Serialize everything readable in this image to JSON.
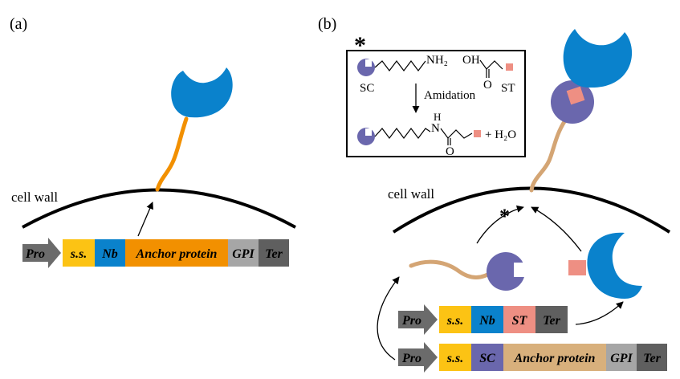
{
  "panel_a": {
    "label": "(a)",
    "cell_wall": "cell wall",
    "construct": {
      "promoter": "Pro",
      "segments": [
        "s.s.",
        "Nb",
        "Anchor protein",
        "GPI",
        "Ter"
      ]
    }
  },
  "panel_b": {
    "label": "(b)",
    "cell_wall": "cell wall",
    "asterisk_top": "*",
    "asterisk_mid": "*",
    "reaction": {
      "sc": "SC",
      "st": "ST",
      "nh2": "NH₂",
      "oh": "OH",
      "o1": "O",
      "h": "H",
      "n": "N",
      "o2": "O",
      "step": "Amidation",
      "byproduct": "+ H₂O"
    },
    "construct_1": {
      "promoter": "Pro",
      "segments": [
        "s.s.",
        "Nb",
        "ST",
        "Ter"
      ]
    },
    "construct_2": {
      "promoter": "Pro",
      "segments": [
        "s.s.",
        "SC",
        "Anchor protein",
        "GPI",
        "Ter"
      ]
    }
  },
  "colors": {
    "nanobody": "#0a82cc",
    "linker_a": "#f29000",
    "linker_b": "#d4a574",
    "spycatcher": "#6a67ad",
    "spytag": "#ee8f83",
    "signal_seq": "#fcc314",
    "anchor_a": "#f29000",
    "anchor_b": "#d8b07c",
    "gpi": "#a6a6a6",
    "ter": "#5f5f5f",
    "promoter_arrow": "#6b6b6b"
  }
}
